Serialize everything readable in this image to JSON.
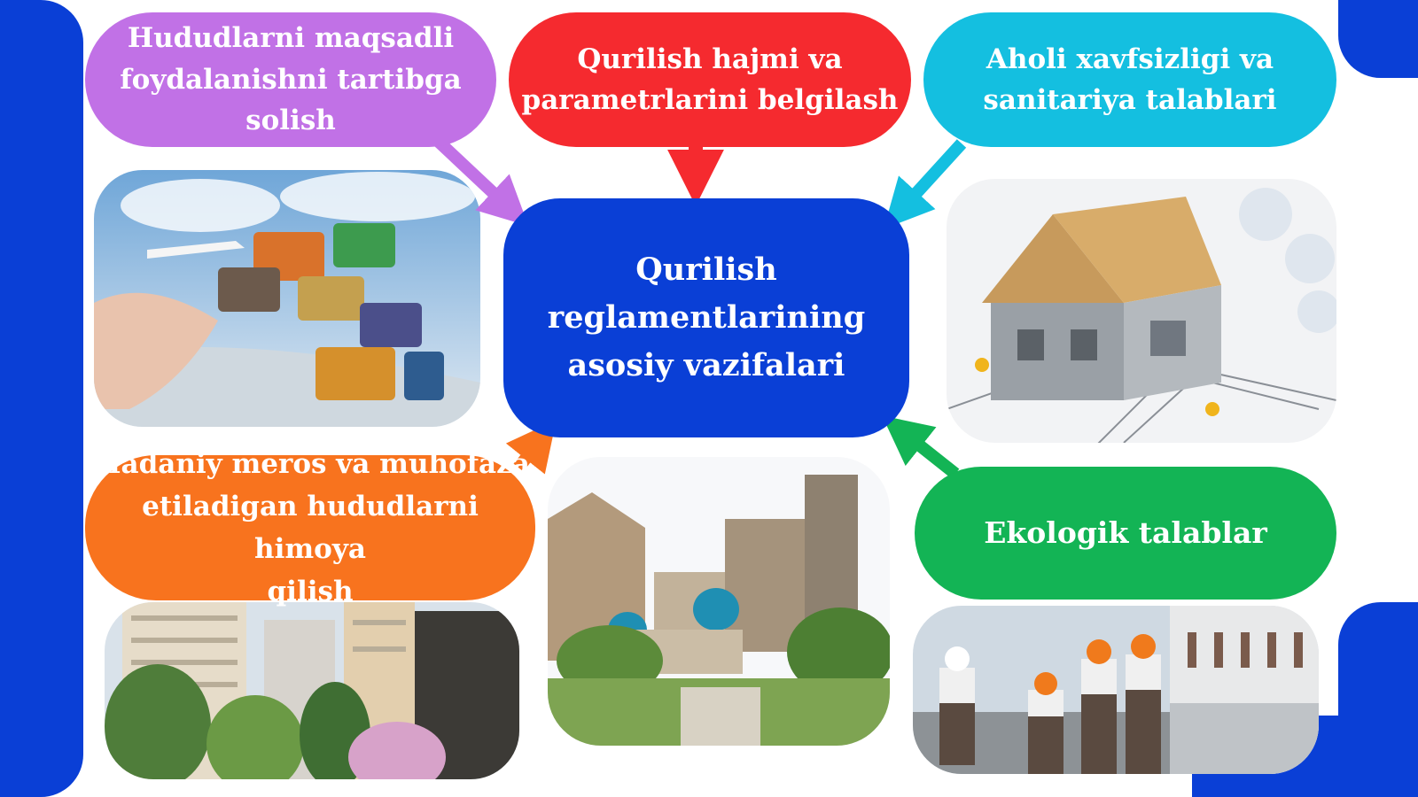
{
  "center": {
    "title": "Qurilish reglamentlarining\nasosiy vazifalari",
    "color": "#0a3fd6"
  },
  "bubbles": [
    {
      "text": "Hududlarni maqsadli\nfoydalanishni tartibga solish",
      "color": "#c171e6"
    },
    {
      "text": "Qurilish hajmi va\nparametrlarini belgilash",
      "color": "#f52a2f"
    },
    {
      "text": "Aholi xavfsizligi va\nsanitariya talablari",
      "color": "#14bfe0"
    },
    {
      "text": "Madaniy meros va muhofaza\netiladigan hududlarni himoya\nqilish",
      "color": "#f8731e"
    },
    {
      "text": "Ekologik talablar",
      "color": "#13b455"
    }
  ],
  "photos": [
    {
      "icon": "industry-collage-photo"
    },
    {
      "icon": "house-construction-photo"
    },
    {
      "icon": "residential-buildings-photo"
    },
    {
      "icon": "historic-monuments-photo"
    },
    {
      "icon": "engineers-inspection-photo"
    }
  ],
  "accent": "#0a3fd6"
}
